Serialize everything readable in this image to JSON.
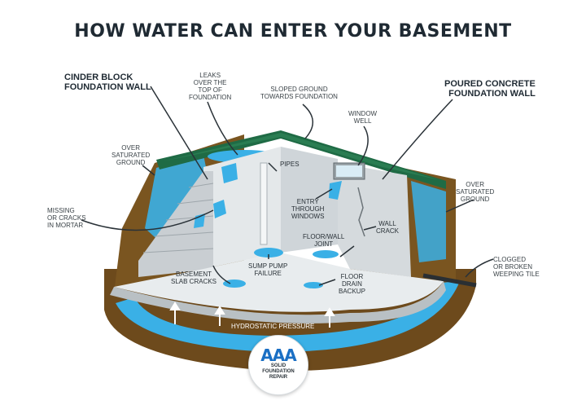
{
  "title": "HOW WATER CAN ENTER YOUR BASEMENT",
  "labels": {
    "cinder_block": "CINDER BLOCK\nFOUNDATION WALL",
    "leaks_over_top": "LEAKS\nOVER THE\nTOP OF\nFOUNDATION",
    "sloped_ground": "SLOPED GROUND\nTOWARDS FOUNDATION",
    "poured_concrete": "POURED CONCRETE\nFOUNDATION WALL",
    "window_well": "WINDOW\nWELL",
    "over_saturated_left": "OVER\nSATURATED\nGROUND",
    "over_saturated_right": "OVER\nSATURATED\nGROUND",
    "pipes": "PIPES",
    "entry_windows": "ENTRY\nTHROUGH\nWINDOWS",
    "missing_mortar": "MISSING\nOR CRACKS\nIN MORTAR",
    "wall_crack": "WALL\nCRACK",
    "floor_wall_joint": "FLOOR/WALL\nJOINT",
    "sump_pump": "SUMP PUMP\nFAILURE",
    "slab_cracks": "BASEMENT\nSLAB CRACKS",
    "floor_drain": "FLOOR\nDRAIN\nBACKUP",
    "weeping_tile": "CLOGGED\nOR BROKEN\nWEEPING TILE",
    "hydrostatic": "HYDROSTATIC PRESSURE"
  },
  "logo": {
    "mark": "AAA",
    "line1": "SOLID",
    "line2": "FOUNDATION",
    "line3": "REPAIR"
  },
  "colors": {
    "grass": "#1f6b45",
    "soil": "#7a5520",
    "water": "#3ab0e6",
    "concrete": "#d9dde0",
    "logo_blue": "#1a6fc4"
  }
}
